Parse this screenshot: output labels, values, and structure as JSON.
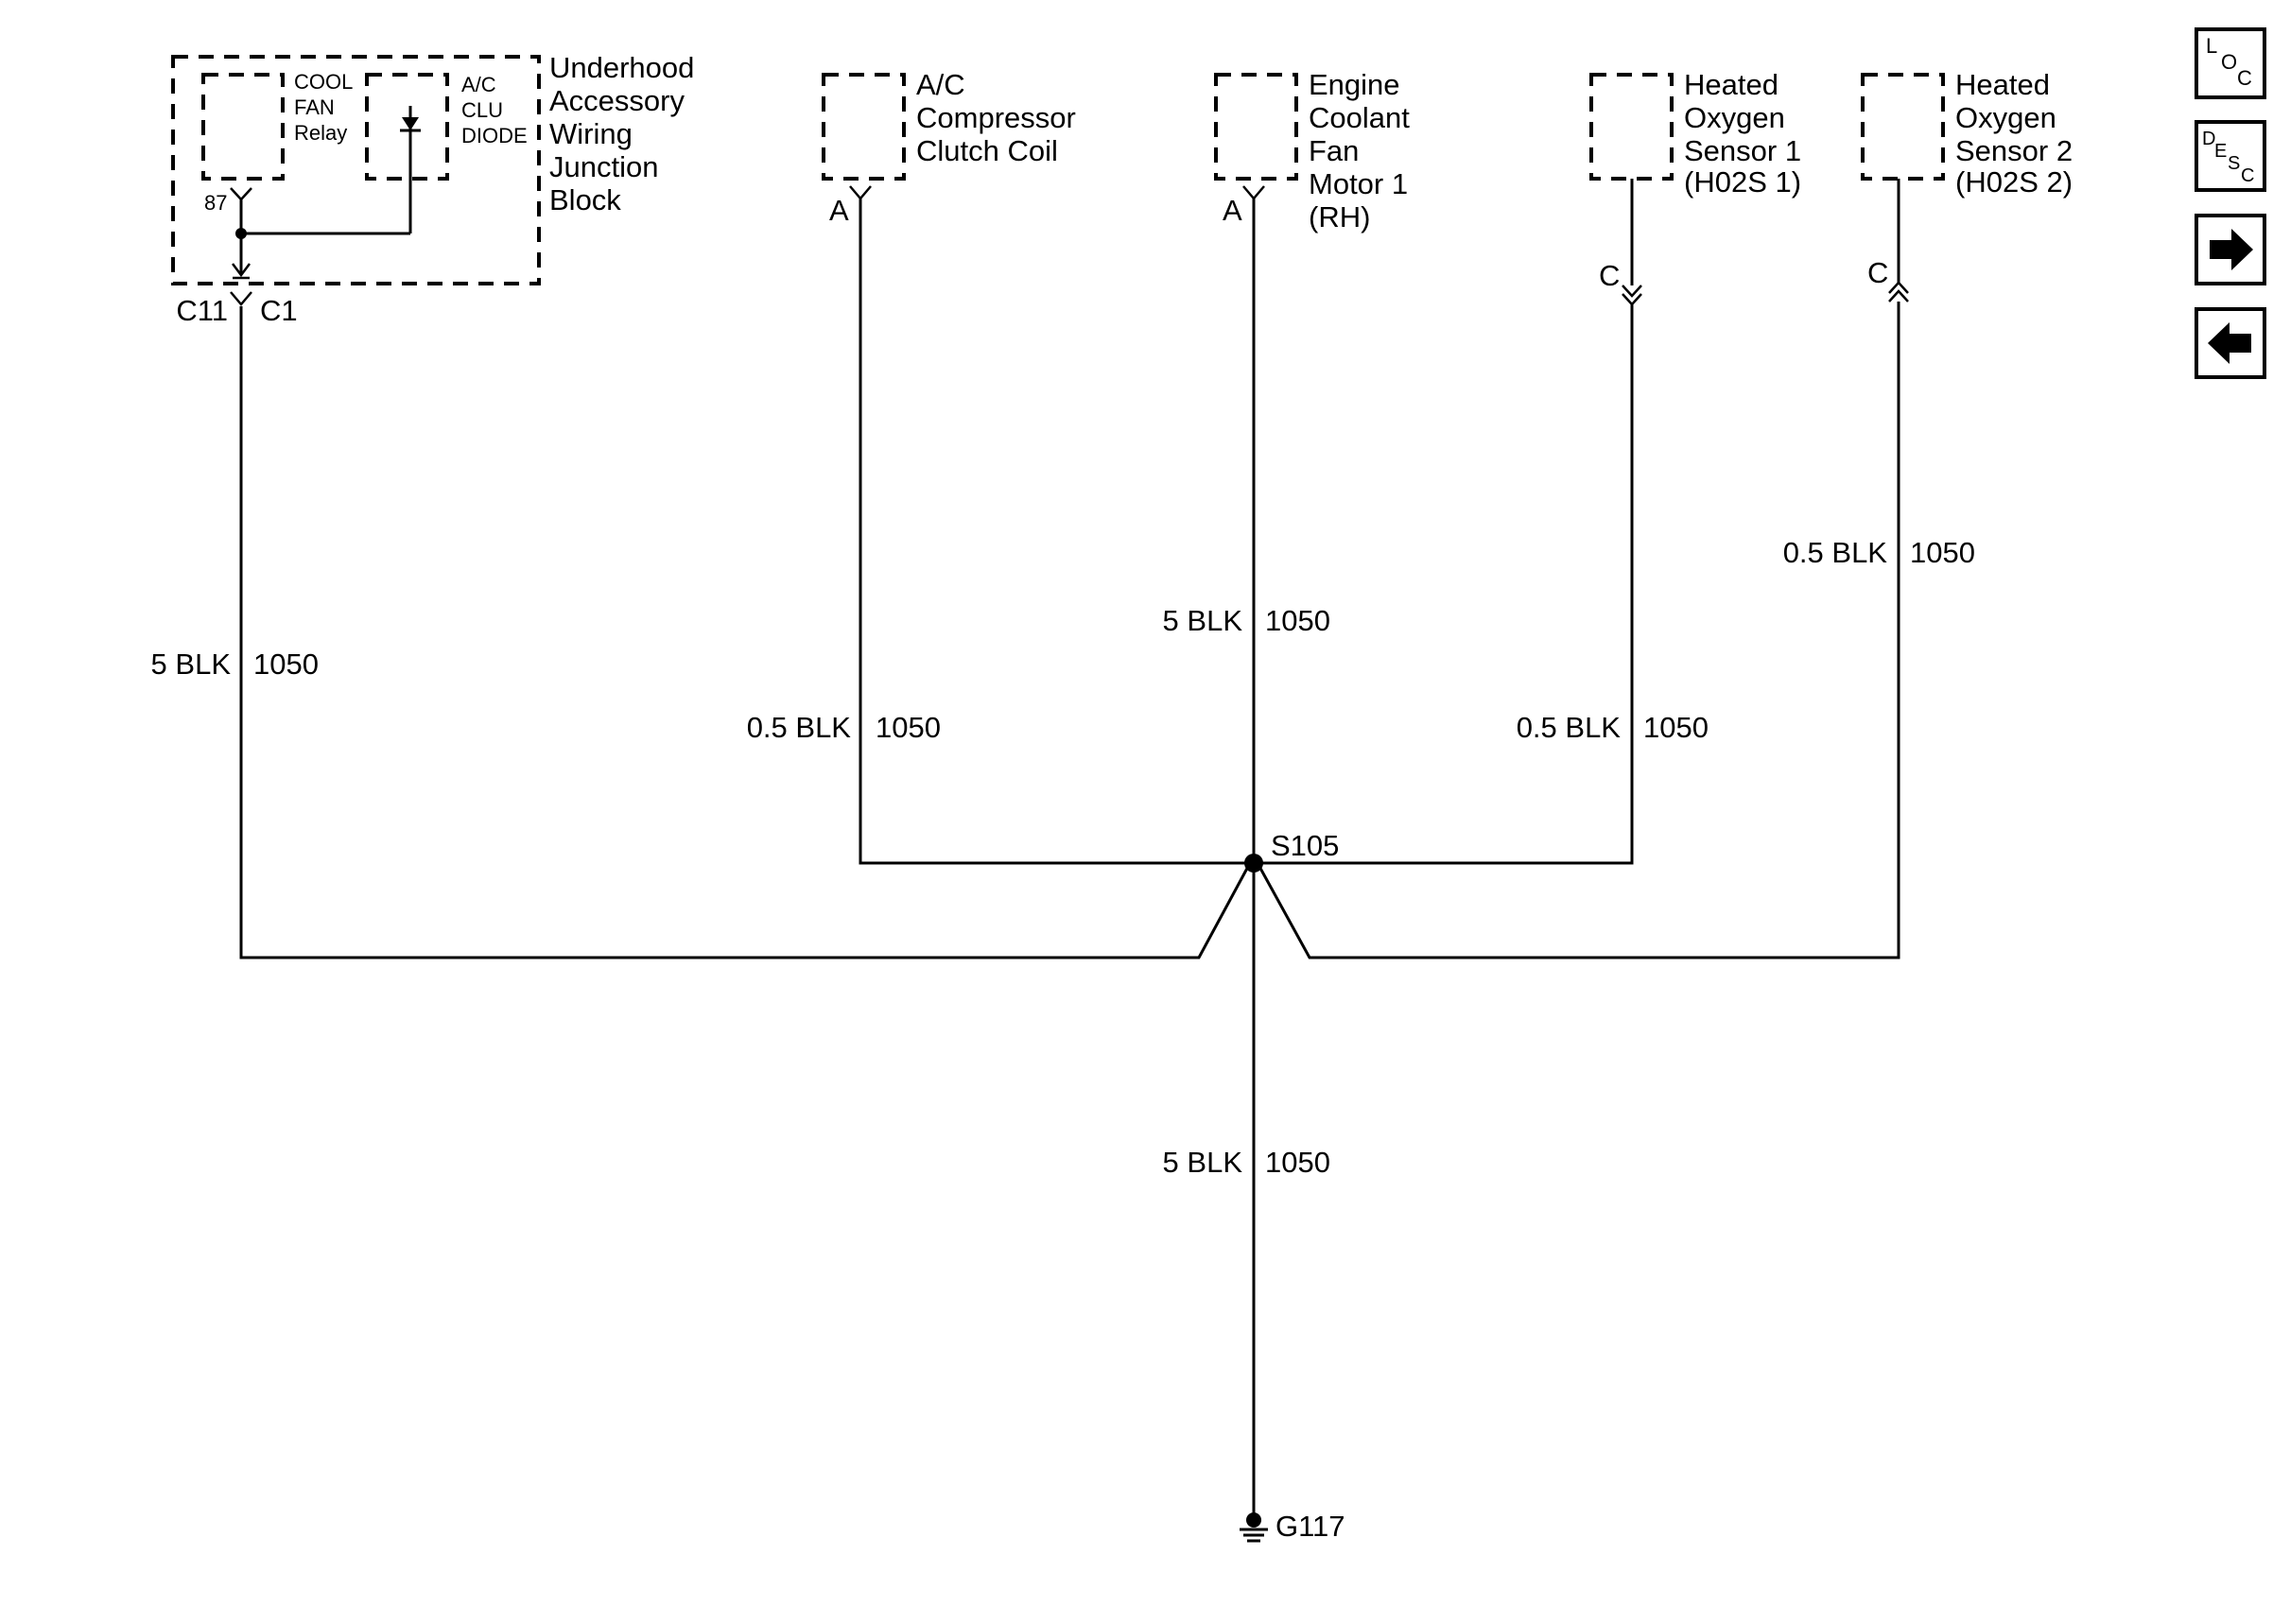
{
  "junction_block": {
    "name_lines": [
      "Underhood",
      "Accessory",
      "Wiring",
      "Junction",
      "Block"
    ],
    "relay_lines": [
      "COOL",
      "FAN",
      "Relay"
    ],
    "diode_lines": [
      "A/C",
      "CLU",
      "DIODE"
    ],
    "relay_pin": "87",
    "connector_left": "C11",
    "connector_right": "C1"
  },
  "components": [
    {
      "name_lines": [
        "A/C",
        "Compressor",
        "Clutch Coil"
      ],
      "pin": "A"
    },
    {
      "name_lines": [
        "Engine",
        "Coolant",
        "Fan",
        "Motor 1",
        "(RH)"
      ],
      "pin": "A"
    },
    {
      "name_lines": [
        "Heated",
        "Oxygen",
        "Sensor 1",
        "(H02S 1)"
      ],
      "pin": "C"
    },
    {
      "name_lines": [
        "Heated",
        "Oxygen",
        "Sensor 2",
        "(H02S 2)"
      ],
      "pin": "C"
    }
  ],
  "wires": [
    {
      "size_color": "5 BLK",
      "circuit": "1050"
    },
    {
      "size_color": "0.5 BLK",
      "circuit": "1050"
    },
    {
      "size_color": "5 BLK",
      "circuit": "1050"
    },
    {
      "size_color": "0.5 BLK",
      "circuit": "1050"
    },
    {
      "size_color": "0.5 BLK",
      "circuit": "1050"
    },
    {
      "size_color": "5 BLK",
      "circuit": "1050"
    }
  ],
  "splice": "S105",
  "ground": "G117",
  "nav_buttons": {
    "loc": {
      "letters": [
        "L",
        "O",
        "C"
      ],
      "icon": "loc-icon"
    },
    "desc": {
      "letters": [
        "D",
        "E",
        "S",
        "C"
      ],
      "icon": "desc-icon"
    },
    "next": {
      "icon": "arrow-right-icon"
    },
    "prev": {
      "icon": "arrow-left-icon"
    }
  }
}
